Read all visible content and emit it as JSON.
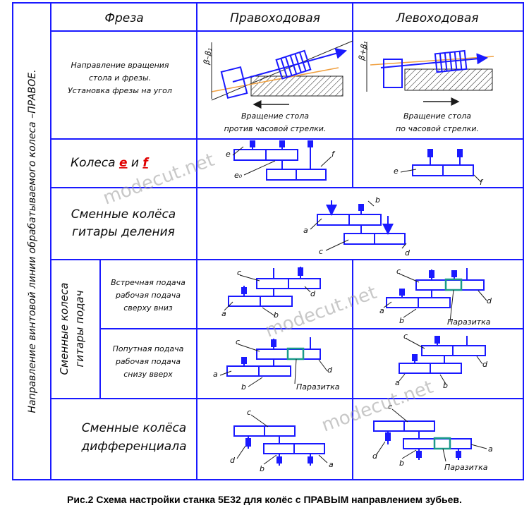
{
  "headers": {
    "col_cutter": "Фреза",
    "col_right": "Правоходовая",
    "col_left": "Левоходовая"
  },
  "side_label": "Направление винтовой линии обрабатываемого колеса –ПРАВОЕ.",
  "rows": {
    "rotation": {
      "label_lines": [
        "Направление вращения",
        "стола и фрезы.",
        "Установка фрезы на угол"
      ],
      "angle_right": "β–β₁",
      "angle_left": "β+β₁",
      "right_caption": [
        "Вращение стола",
        "против часовой стрелки."
      ],
      "left_caption": [
        "Вращение стола",
        "по часовой стрелки."
      ]
    },
    "ef": {
      "label_prefix": "Колеса ",
      "e": "e",
      "and": " и ",
      "f": "f",
      "e_label": "e",
      "f_label": "f",
      "e0_label": "e₀"
    },
    "division": {
      "label_lines": [
        "Сменные колёса",
        "гитары деления"
      ]
    },
    "feed": {
      "group_label_lines": [
        "Сменные колеса",
        "гитары подач"
      ],
      "counter": {
        "label_lines": [
          "Встречная подача",
          "рабочая подача",
          "сверху вниз"
        ]
      },
      "climb": {
        "label_lines": [
          "Попутная подача",
          "рабочая подача",
          "снизу вверх"
        ]
      }
    },
    "differential": {
      "label_lines": [
        "Сменные колёса",
        "дифференциала"
      ]
    }
  },
  "gear_labels": {
    "a": "a",
    "b": "b",
    "c": "c",
    "d": "d"
  },
  "idler": "Паразитка",
  "watermark": "modecut.net",
  "caption": "Рис.2 Схема настройки станка 5Е32 для колёс с ПРАВЫМ направлением зубьев.",
  "colors": {
    "frame": "#1a1aff",
    "gear": "#1a1aff",
    "idler": "#1a9a8a",
    "red": "#e00000",
    "arrow": "#1a1a1a",
    "thread": "#f0a040"
  }
}
